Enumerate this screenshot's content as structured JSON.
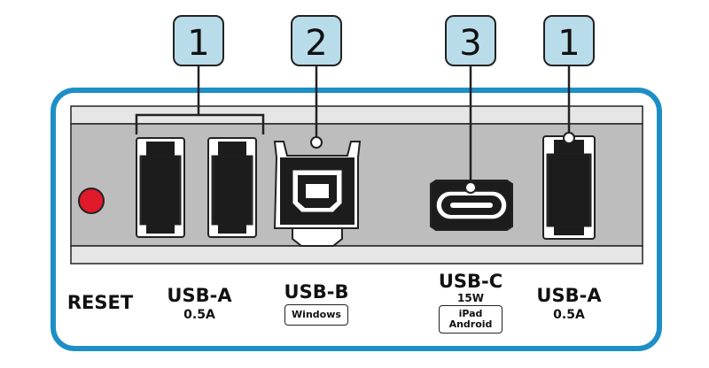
{
  "callouts": [
    {
      "number": "1",
      "target": "usb-a-pair"
    },
    {
      "number": "2",
      "target": "usb-b"
    },
    {
      "number": "3",
      "target": "usb-c"
    },
    {
      "number": "1",
      "target": "usb-a-single"
    }
  ],
  "labels": {
    "reset": "RESET",
    "usb_a_left": {
      "name": "USB-A",
      "rating": "0.5A"
    },
    "usb_b": {
      "name": "USB-B",
      "badge": "Windows"
    },
    "usb_c": {
      "name": "USB-C",
      "rating": "15W",
      "badge_line1": "iPad",
      "badge_line2": "Android"
    },
    "usb_a_right": {
      "name": "USB-A",
      "rating": "0.5A"
    }
  },
  "colors": {
    "frame_blue": "#1e8fc6",
    "callout_fill": "#b9dceb",
    "panel_gray": "#bdbdbd",
    "reset_red": "#e0192b",
    "port_black": "#1c1c1c"
  }
}
